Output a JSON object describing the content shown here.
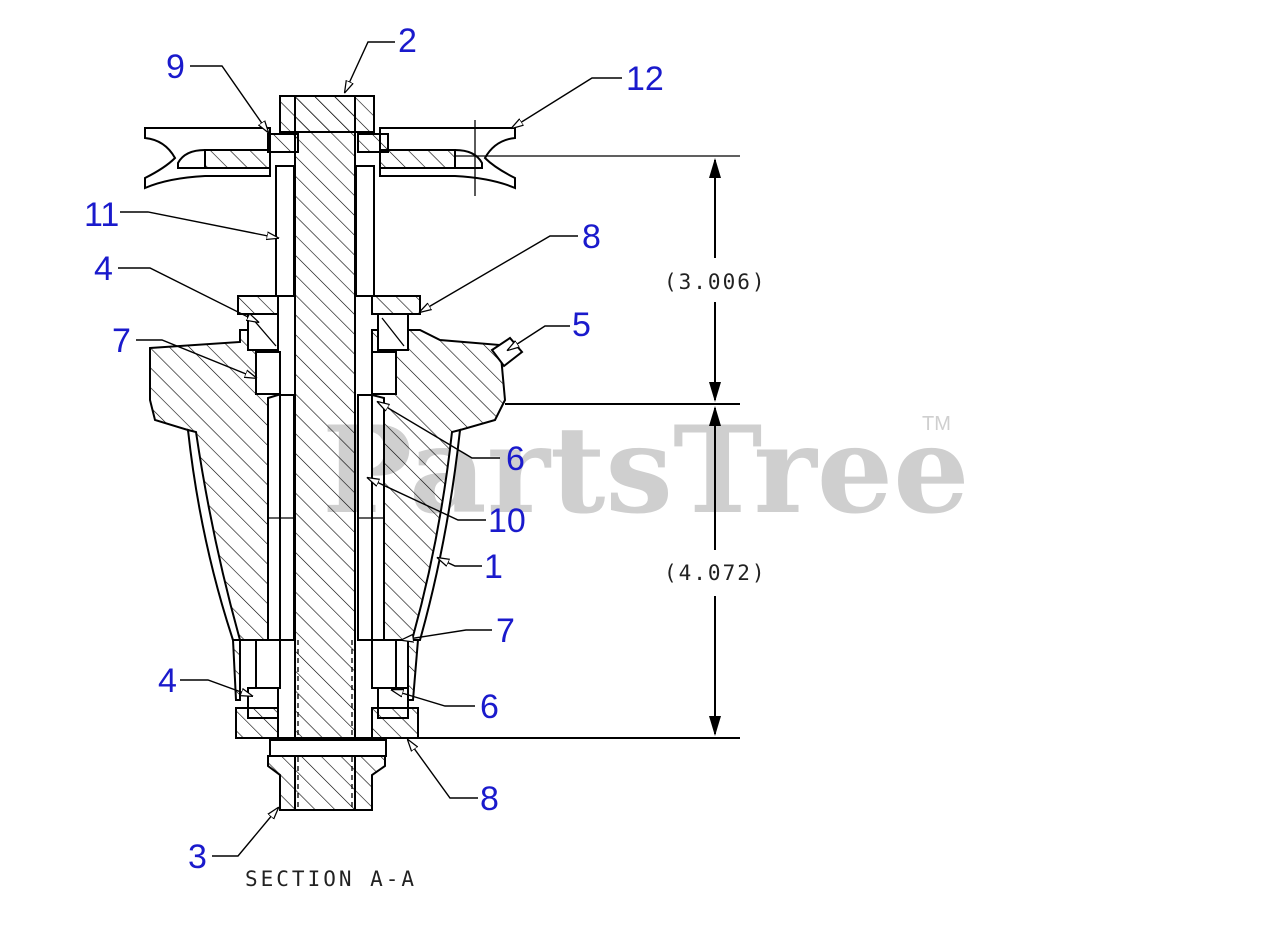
{
  "diagram": {
    "caption": "SECTION A-A",
    "watermark": "PartsTree",
    "watermark_tm": "TM",
    "dimensions": [
      {
        "id": "upper",
        "label": "(3.006)"
      },
      {
        "id": "lower",
        "label": "(4.072)"
      }
    ],
    "callouts": [
      {
        "id": "c2",
        "label": "2"
      },
      {
        "id": "c9",
        "label": "9"
      },
      {
        "id": "c12",
        "label": "12"
      },
      {
        "id": "c11",
        "label": "11"
      },
      {
        "id": "c8a",
        "label": "8"
      },
      {
        "id": "c4a",
        "label": "4"
      },
      {
        "id": "c5",
        "label": "5"
      },
      {
        "id": "c7a",
        "label": "7"
      },
      {
        "id": "c6a",
        "label": "6"
      },
      {
        "id": "c10",
        "label": "10"
      },
      {
        "id": "c1",
        "label": "1"
      },
      {
        "id": "c7b",
        "label": "7"
      },
      {
        "id": "c4b",
        "label": "4"
      },
      {
        "id": "c6b",
        "label": "6"
      },
      {
        "id": "c8b",
        "label": "8"
      },
      {
        "id": "c3",
        "label": "3"
      }
    ],
    "colors": {
      "callout": "#1a1acc",
      "line": "#000000",
      "watermark": "#cfcfcf"
    }
  }
}
